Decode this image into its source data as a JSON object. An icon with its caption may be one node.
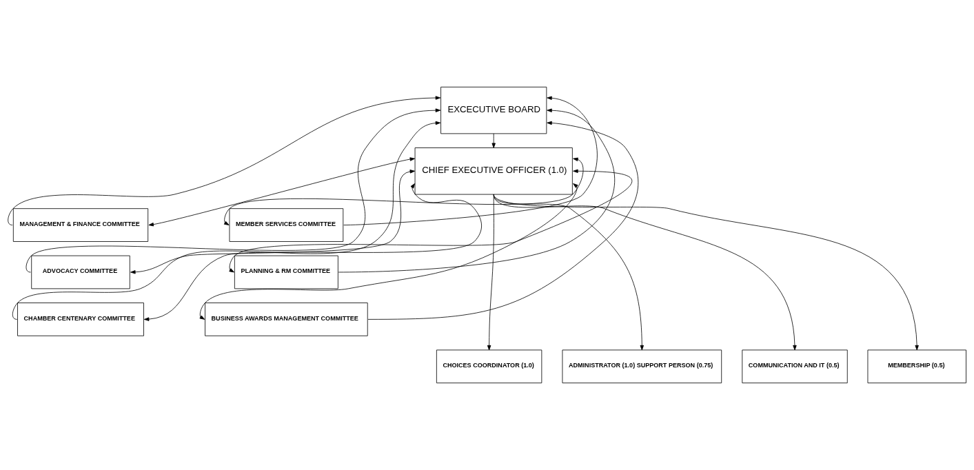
{
  "diagram": {
    "nodes": [
      {
        "text": [
          "EXCECUTIVE BOARD"
        ]
      },
      {
        "text": [
          "MANAGEMENT & FINANCE COMMITTEE"
        ]
      },
      {
        "text": [
          "ADVOCACY COMMITTEE"
        ]
      },
      {
        "text": [
          "CHAMBER CENTENARY COMMITTEE"
        ]
      },
      {
        "text": [
          "CHIEF EXECUTIVE OFFICER (1.0)"
        ]
      },
      {
        "text": [
          "MEMBER SERVICES COMMITTEE"
        ]
      },
      {
        "text": [
          "PLANNING & RM COMMITTEE"
        ]
      },
      {
        "text": [
          "BUSINESS AWARDS MANAGEMENT COMMITTEE"
        ]
      },
      {
        "text": [
          "CHOICES COORDINATOR (1.0)"
        ]
      },
      {
        "text": [
          "ADMINISTRATOR (1.0) SUPPORT PERSON (0.75)"
        ]
      },
      {
        "text": [
          "COMMUNICATION AND IT (0.5)"
        ]
      },
      {
        "text": [
          "MEMBERSHIP (0.5)"
        ]
      }
    ],
    "edges": [
      {
        "from": 1,
        "to": 0,
        "arrow": "to"
      },
      {
        "from": 2,
        "to": 0,
        "arrow": "to"
      },
      {
        "from": 3,
        "to": 0,
        "arrow": "to"
      },
      {
        "from": 5,
        "to": 0,
        "arrow": "to"
      },
      {
        "from": 6,
        "to": 0,
        "arrow": "to"
      },
      {
        "from": 7,
        "to": 0,
        "arrow": "to"
      },
      {
        "from": 0,
        "to": 4,
        "arrow": "to"
      },
      {
        "from": 4,
        "to": 1,
        "arrow": "both"
      },
      {
        "from": 4,
        "to": 2,
        "arrow": "both"
      },
      {
        "from": 4,
        "to": 3,
        "arrow": "both"
      },
      {
        "from": 4,
        "to": 5,
        "arrow": "both"
      },
      {
        "from": 4,
        "to": 6,
        "arrow": "both"
      },
      {
        "from": 4,
        "to": 7,
        "arrow": "both"
      },
      {
        "from": 4,
        "to": 8,
        "arrow": "to"
      },
      {
        "from": 4,
        "to": 9,
        "arrow": "to"
      },
      {
        "from": 4,
        "to": 10,
        "arrow": "to"
      },
      {
        "from": 4,
        "to": 11,
        "arrow": "to"
      }
    ]
  }
}
